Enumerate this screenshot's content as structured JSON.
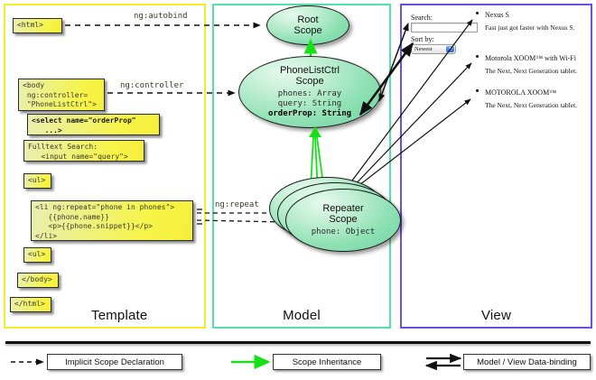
{
  "panels": {
    "template": {
      "label": "Template",
      "border_color": "#f2ef2a"
    },
    "model": {
      "label": "Model",
      "border_color": "#55e0a8"
    },
    "view": {
      "label": "View",
      "border_color": "#6a4fe0"
    }
  },
  "template": {
    "boxes": [
      {
        "id": "html-open",
        "text": "<html>"
      },
      {
        "id": "body-open",
        "text": "<body\n ng:controller=\n \"PhoneListCtrl\">"
      },
      {
        "id": "select",
        "text": "<select name=\"orderProp\"\n   ...>"
      },
      {
        "id": "fulltext",
        "text": "Fulltext Search:\n   <input name=\"query\">"
      },
      {
        "id": "ul-open",
        "text": "<ul>"
      },
      {
        "id": "li-repeat",
        "text": "<li ng:repeat=\"phone in phones\">\n   {{phone.name}}\n   <p>{{phone.snippet}}</p>\n</li>"
      },
      {
        "id": "ul-close",
        "text": "<ul>"
      },
      {
        "id": "body-close",
        "text": "</body>"
      },
      {
        "id": "html-close",
        "text": "</html>"
      }
    ]
  },
  "connector_labels": {
    "autobind": "ng:autobind",
    "controller": "ng:controller",
    "repeat": "ng:repeat"
  },
  "model": {
    "scopes": [
      {
        "id": "root",
        "title": "Root\nScope",
        "title_lines": [
          "Root",
          "Scope"
        ],
        "props": []
      },
      {
        "id": "ctrl",
        "title_lines": [
          "PhoneListCtrl",
          "Scope"
        ],
        "props": [
          {
            "text": "phones: Array",
            "bold": false
          },
          {
            "text": "query: String",
            "bold": false
          },
          {
            "text": "orderProp: String",
            "bold": true
          }
        ]
      },
      {
        "id": "repeater",
        "title_lines": [
          "Repeater",
          "Scope"
        ],
        "props": [
          {
            "text": "phone: Object",
            "bold": false
          }
        ]
      }
    ]
  },
  "view": {
    "search_label": "Search:",
    "search_value": "",
    "search_placeholder": "",
    "sort_label": "Sort by:",
    "sort_value": "Newest",
    "sort_options": [
      "Newest"
    ],
    "phones": [
      {
        "name": "Nexus S",
        "snippet": "Fast just got faster with Nexus S."
      },
      {
        "name": "Motorola XOOM™  with Wi-Fi",
        "snippet": "The Next, Next Generation tablet."
      },
      {
        "name": "MOTOROLA XOOM™",
        "snippet": "The Next, Next Generation tablet."
      }
    ]
  },
  "legend": {
    "items": [
      {
        "id": "implicit",
        "label": "Implicit Scope Declaration",
        "style": "dashed-black"
      },
      {
        "id": "inheritance",
        "label": "Scope Inheritance",
        "style": "solid-green"
      },
      {
        "id": "databinding",
        "label": "Model / View Data-binding",
        "style": "double-black"
      }
    ]
  },
  "colors": {
    "template_border": "#f2ef2a",
    "model_border": "#55e0a8",
    "view_border": "#6a4fe0",
    "scope_green": "#8fe1b4",
    "inheritance_green": "#18e018",
    "code_yellow": "#f5ee3a"
  }
}
